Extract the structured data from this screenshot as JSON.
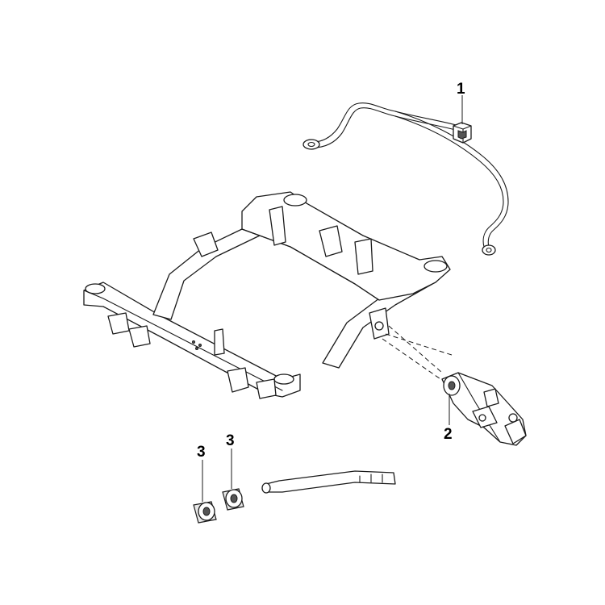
{
  "callouts": [
    {
      "number": "1"
    },
    {
      "number": "2"
    },
    {
      "number": "3"
    },
    {
      "number": "3"
    }
  ]
}
